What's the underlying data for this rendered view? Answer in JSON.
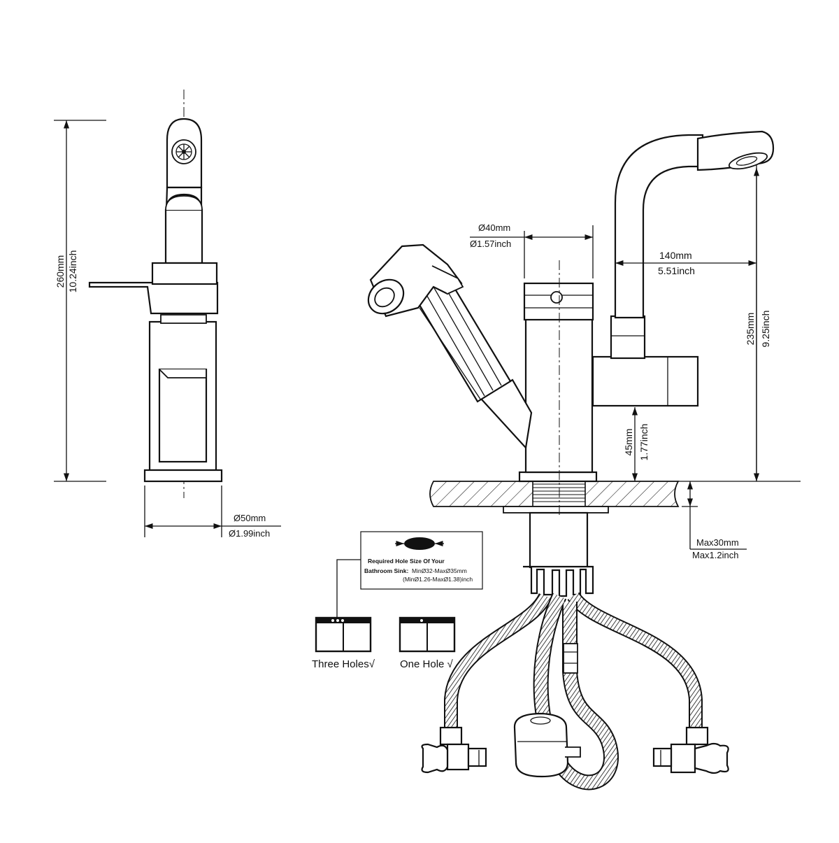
{
  "side_view": {
    "height_mm": "260mm",
    "height_inch": "10.24inch",
    "base_dia_mm": "Ø50mm",
    "base_dia_inch": "Ø1.99inch"
  },
  "front_view": {
    "body_dia_mm": "Ø40mm",
    "body_dia_inch": "Ø1.57inch",
    "reach_mm": "140mm",
    "reach_inch": "5.51inch",
    "spout_height_mm": "235mm",
    "spout_height_inch": "9.25inch",
    "outlet_height_mm": "45mm",
    "outlet_height_inch": "1.77inch",
    "max_thickness_mm": "Max30mm",
    "max_thickness_inch": "Max1.2inch"
  },
  "hole_note": {
    "title": "Required Hole Size Of Your",
    "line2_bold": "Bathroom Sink:",
    "line2_rest": "MinØ32-MaxØ35mm",
    "line3": "(MinØ1.26-MaxØ1.38)inch"
  },
  "sink_options": {
    "three_holes": "Three Holes√",
    "one_hole": "One Hole √"
  }
}
